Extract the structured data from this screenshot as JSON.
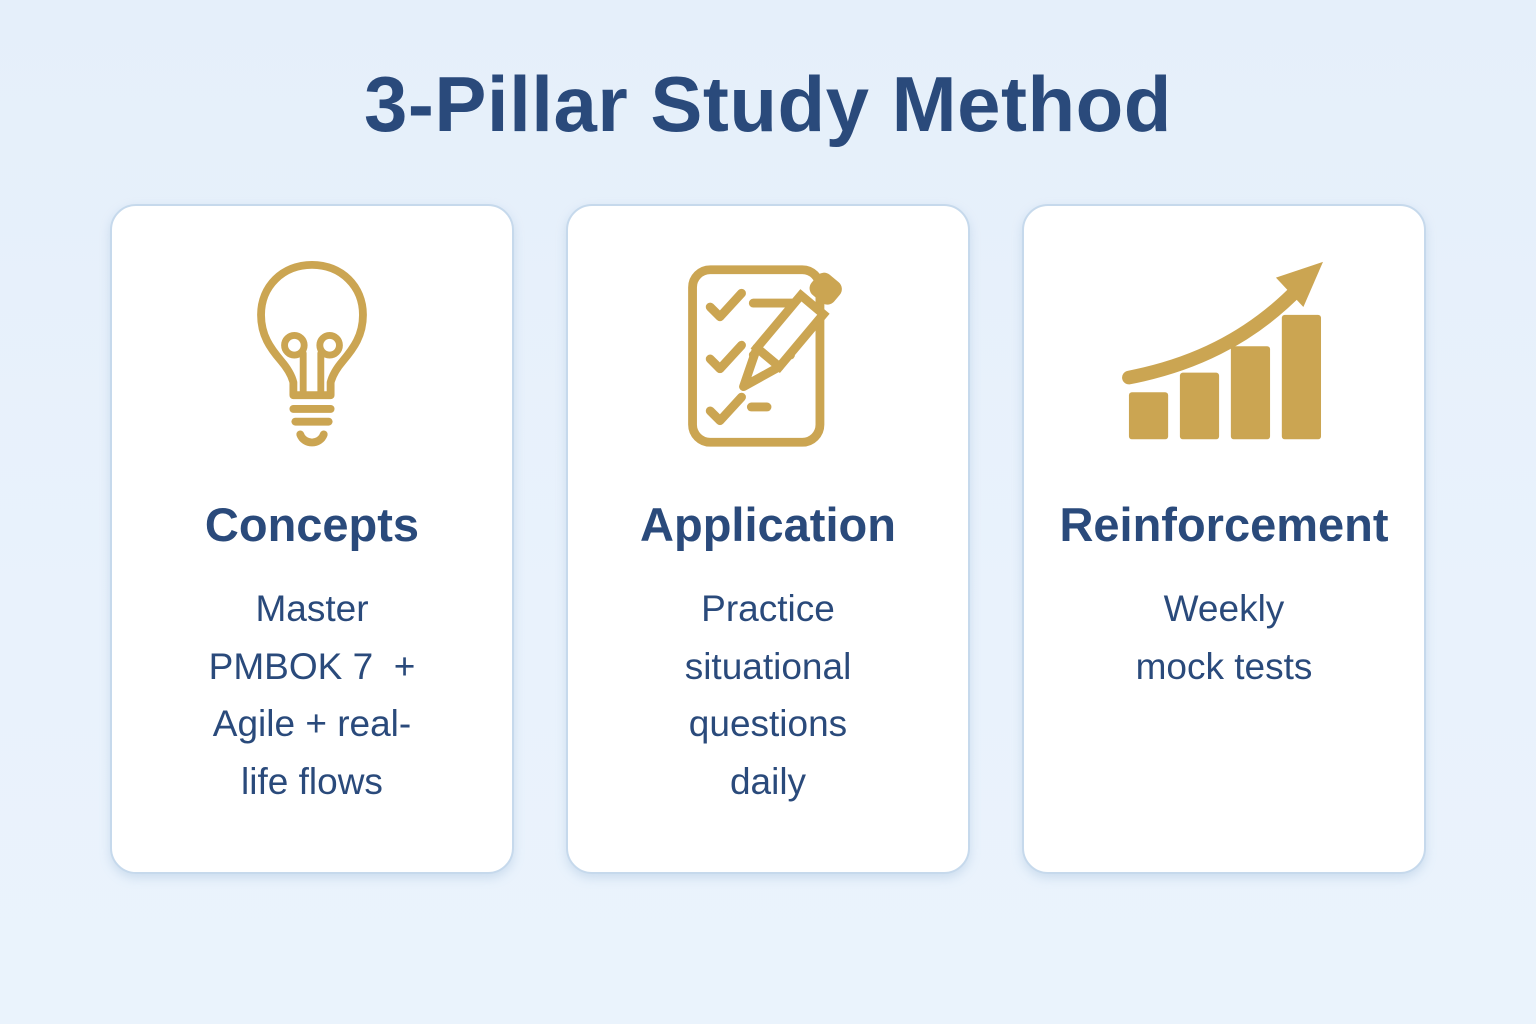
{
  "title": "3-Pillar Study Method",
  "colors": {
    "background": "#E8F1FB",
    "card_background": "#FFFFFF",
    "card_border": "#C6D9EC",
    "navy_text": "#2A4A7B",
    "gold_accent": "#CBA552"
  },
  "cards": [
    {
      "icon": "lightbulb-icon",
      "heading": "Concepts",
      "body": "Master\nPMBOK 7  +\nAgile + real-\nlife flows"
    },
    {
      "icon": "checklist-pencil-icon",
      "heading": "Application",
      "body": "Practice\nsituational\nquestions\ndaily"
    },
    {
      "icon": "growth-chart-icon",
      "heading": "Reinforcement",
      "body": "Weekly\nmock tests"
    }
  ]
}
